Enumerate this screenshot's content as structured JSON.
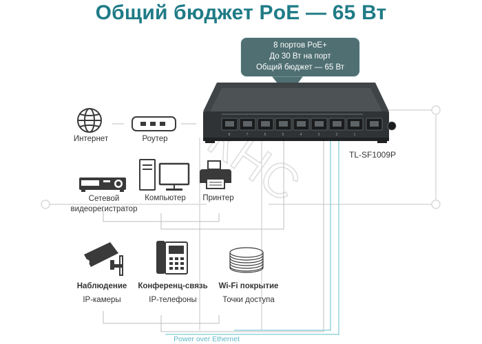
{
  "title": "Общий бюджет PoE — 65 Вт",
  "callout": {
    "line1": "8 портов PoE+",
    "line2": "До 30 Вт на порт",
    "line3": "Общий бюджет — 65 Вт"
  },
  "switch": {
    "model": "TL-SF1009P",
    "port_numbers": [
      "8",
      "7",
      "6",
      "5",
      "4",
      "3",
      "2",
      "1"
    ]
  },
  "devices": {
    "internet": "Интернет",
    "router": "Роутер",
    "nvr_line1": "Сетевой",
    "nvr_line2": "видеорегистратор",
    "computer": "Компьютер",
    "printer": "Принтер",
    "camera_title": "Наблюдение",
    "camera_sub": "IP-камеры",
    "phone_title": "Конференц-связь",
    "phone_sub": "IP-телефоны",
    "ap_title": "Wi-Fi покрытие",
    "ap_sub": "Точки доступа"
  },
  "footer": "Power over Ethernet",
  "watermark": "КНС"
}
